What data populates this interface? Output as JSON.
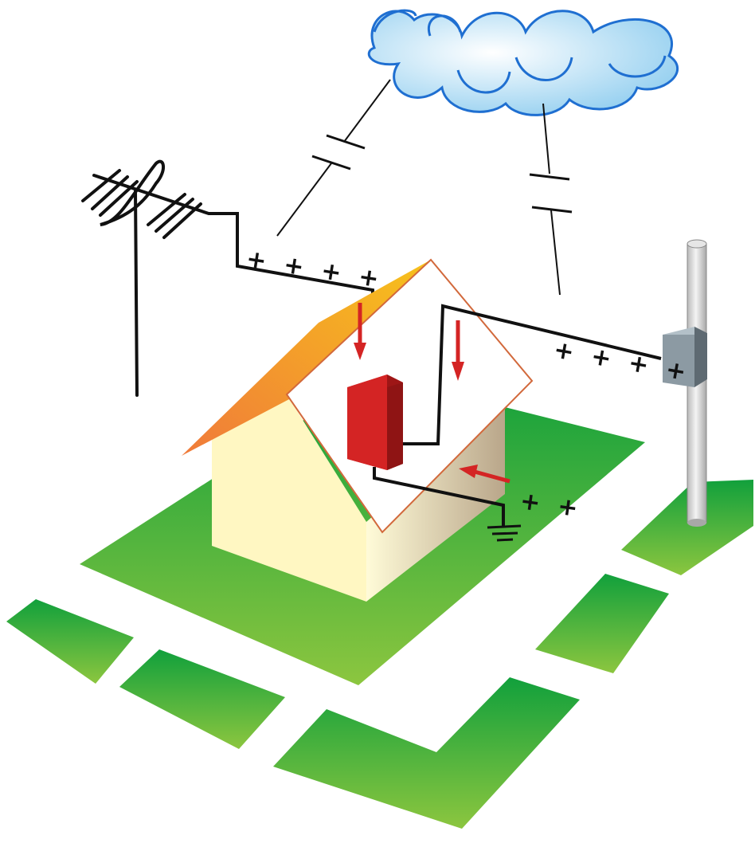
{
  "labels": {
    "antenna_charges": "+ + + +",
    "line_charges": "+ + + +",
    "ground_charges": "+ +"
  },
  "colors": {
    "grass": "#3cb043",
    "grass_light": "#8cc63f",
    "cloud": "#bfe4f7",
    "cloud_outline": "#1f6fd1",
    "roof": "#f3a52a",
    "wall": "#fff7c2",
    "gable_edge": "#d2693c",
    "protector": "#d42424",
    "arrow": "#d42424",
    "wire": "#111111",
    "pole": "#d9d9d9",
    "junction_box": "#8c9aa3"
  },
  "icons": [
    "cloud",
    "antenna",
    "house",
    "surge-protector",
    "ground-symbol",
    "utility-pole",
    "junction-box",
    "capacitor-symbol"
  ]
}
